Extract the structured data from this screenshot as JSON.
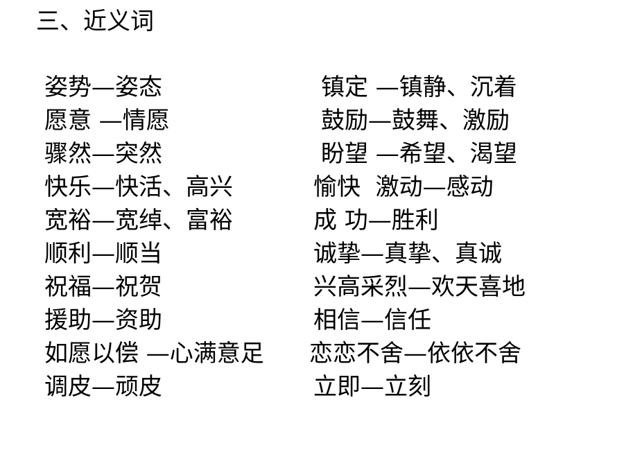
{
  "title": "三、近义词",
  "rows": [
    {
      "left": "姿势—姿态",
      "right": "镇定 —镇静、沉着"
    },
    {
      "left": "愿意 —情愿",
      "right": "鼓励—鼓舞、激励"
    },
    {
      "left": "骤然—突然",
      "right": "盼望 —希望、渴望"
    },
    {
      "left": "快乐—快活、高兴",
      "right": "愉快  激动—感动"
    },
    {
      "left": "宽裕—宽绰、富裕",
      "right": "成 功—胜利"
    },
    {
      "left": "顺利—顺当",
      "right": "诚挚—真挚、真诚"
    },
    {
      "left": "祝福—祝贺",
      "right": "兴高采烈—欢天喜地"
    },
    {
      "left": "援助—资助",
      "right": "相信—信任"
    },
    {
      "left": "如愿以偿 —心满意足",
      "right": "恋恋不舍—依依不舍"
    },
    {
      "left": "调皮—顽皮",
      "right": "立即—立刻"
    }
  ]
}
